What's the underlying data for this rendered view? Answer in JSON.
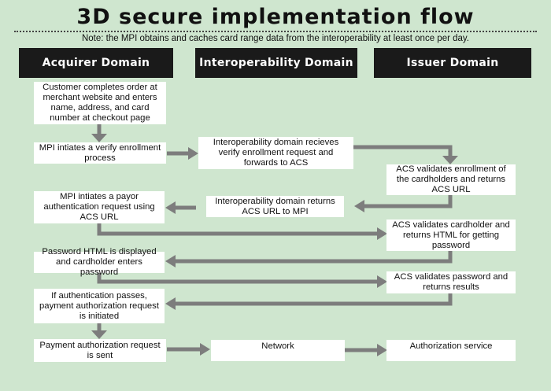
{
  "title": "3D secure implementation flow",
  "note": "Note: the MPI obtains and caches card range data from the interoperability at least once per day.",
  "domains": {
    "acquirer": "Acquirer Domain",
    "interoperability": "Interoperability Domain",
    "issuer": "Issuer Domain"
  },
  "steps": {
    "customer_order": "Customer completes order at merchant website and enters name, address, and card number at checkout page",
    "mpi_verify": "MPI intiates a verify enrollment process",
    "interop_forward": "Interoperability domain recieves verify enrollment request and forwards to ACS",
    "acs_validate_enrollment": "ACS validates enrollment of the cardholders and returns ACS URL",
    "interop_return": "Interoperability domain returns ACS URL to MPI",
    "mpi_payor_auth": "MPI intiates a payor authentication request using ACS URL",
    "acs_validate_cardholder": "ACS validates cardholder and returns HTML for getting password",
    "password_html": "Password HTML is displayed and cardholder enters password",
    "acs_validate_password": "ACS validates password and returns results",
    "auth_passes": "If authentication passes, payment authorization request is initiated",
    "payment_sent": "Payment authorization request is sent",
    "network": "Network",
    "authorization_service": "Authorization service"
  },
  "colors": {
    "background": "#cfe6cf",
    "header": "#1a1a1a",
    "arrow": "#7d7d7d",
    "box": "#ffffff"
  }
}
